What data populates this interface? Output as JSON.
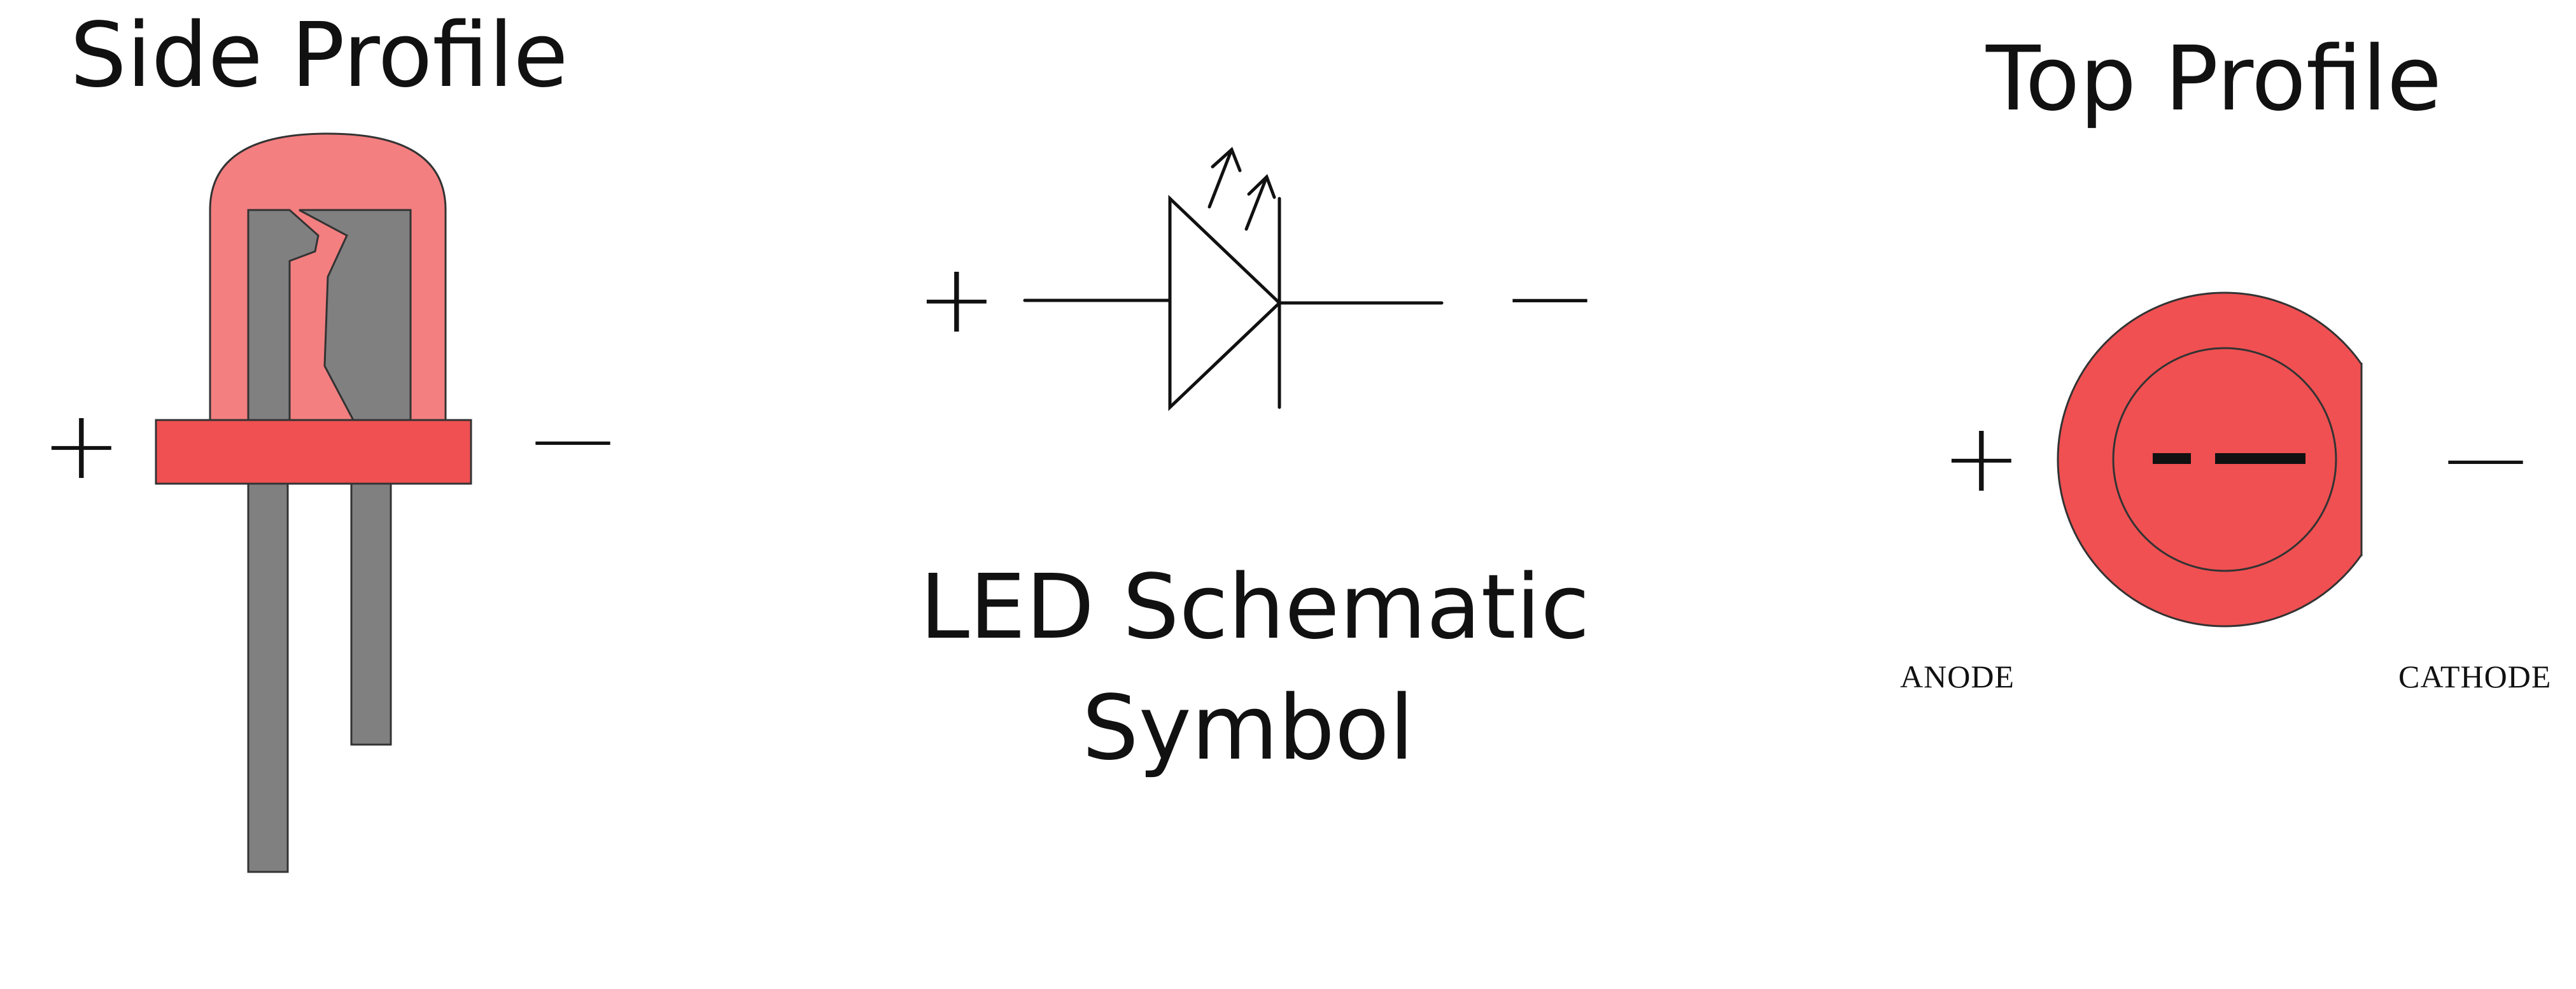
{
  "side_profile": {
    "title": "Side Profile",
    "plus": "+",
    "minus": "—"
  },
  "schematic": {
    "title_line1": "LED Schematic",
    "title_line2": "Symbol",
    "plus": "+",
    "minus": "—"
  },
  "top_profile": {
    "title": "Top Profile",
    "plus": "+",
    "minus": "—",
    "anode_label": "ANODE",
    "cathode_label": "CATHODE"
  },
  "colors": {
    "led_body_light": "#f47f80",
    "led_body": "#f05052",
    "lead_gray": "#808080",
    "outline": "#333333",
    "text": "#111111"
  }
}
